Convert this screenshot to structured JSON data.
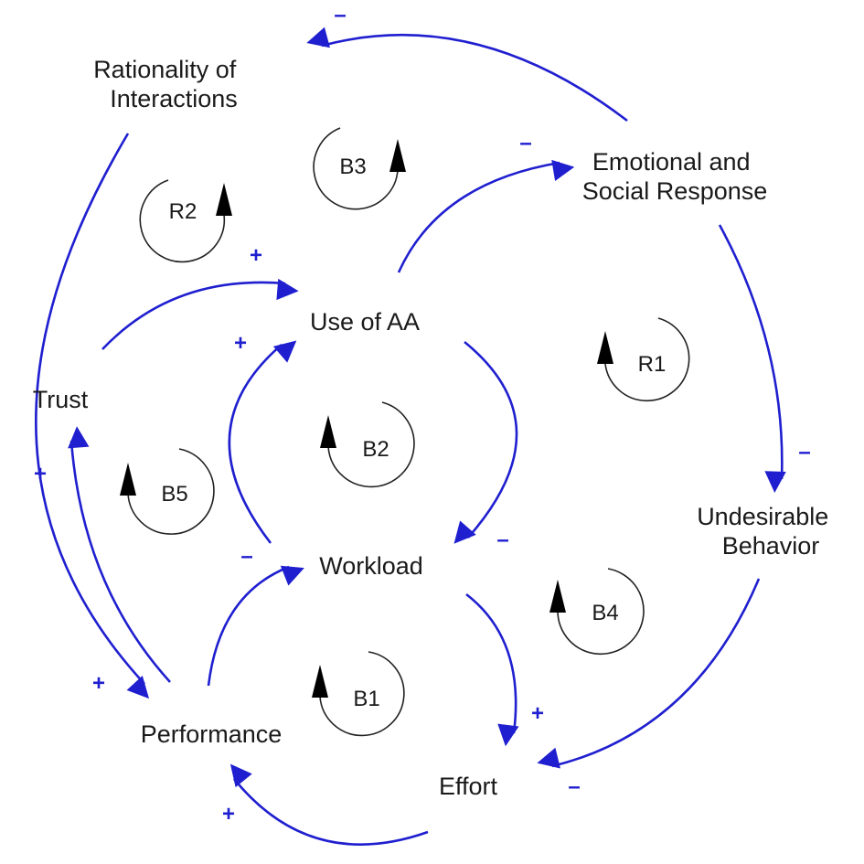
{
  "colors": {
    "link": "#1f1fd0",
    "loop": "#222222",
    "text": "#1a1a1a"
  },
  "nodes": {
    "rationality": [
      "Rationality of",
      "Interactions"
    ],
    "emotional": [
      "Emotional and",
      "Social Response"
    ],
    "use_aa": [
      "Use of AA"
    ],
    "trust": [
      "Trust"
    ],
    "workload": [
      "Workload"
    ],
    "undesirable": [
      "Undesirable",
      "Behavior"
    ],
    "performance": [
      "Performance"
    ],
    "effort": [
      "Effort"
    ]
  },
  "loops": {
    "r2": "R2",
    "b3": "B3",
    "r1": "R1",
    "b2": "B2",
    "b5": "B5",
    "b4": "B4",
    "b1": "B1"
  },
  "polarities": {
    "emotional_to_rationality": "–",
    "use_to_emotional": "–",
    "trust_to_use": "+",
    "workload_to_use": "+",
    "emotional_to_undesirable": "–",
    "performance_to_trust": "+",
    "use_to_workload": "–",
    "performance_to_workload": "–",
    "rationality_to_performance": "+",
    "workload_to_effort": "+",
    "undesirable_to_effort": "–",
    "effort_to_performance": "+"
  }
}
